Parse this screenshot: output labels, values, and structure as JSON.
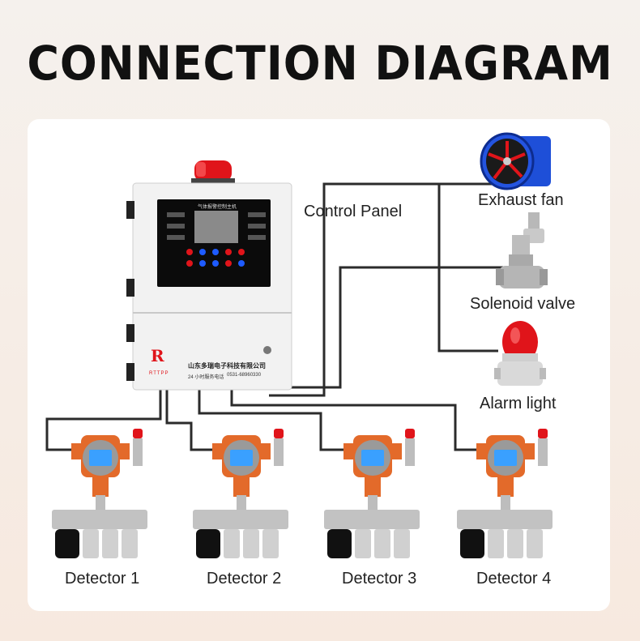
{
  "title": "CONNECTION DIAGRAM",
  "control_panel": {
    "label": "Control Panel",
    "screen_title": "气体报警控制主机",
    "brand": "RTTPP",
    "company": "山东多瑞电子科技有限公司",
    "service_label": "24 小时服务电话",
    "service_phone": "0531-68960330"
  },
  "devices": [
    {
      "label": "Exhaust fan"
    },
    {
      "label": "Solenoid valve"
    },
    {
      "label": "Alarm light"
    }
  ],
  "detectors": [
    {
      "label": "Detector 1"
    },
    {
      "label": "Detector 2"
    },
    {
      "label": "Detector 3"
    },
    {
      "label": "Detector 4"
    }
  ],
  "colors": {
    "wire": "#2b2b2b",
    "detector_orange": "#e36a2a",
    "detector_screen": "#3aa0ff",
    "alarm_red": "#e0141a",
    "panel_body": "#f2f2f2"
  }
}
